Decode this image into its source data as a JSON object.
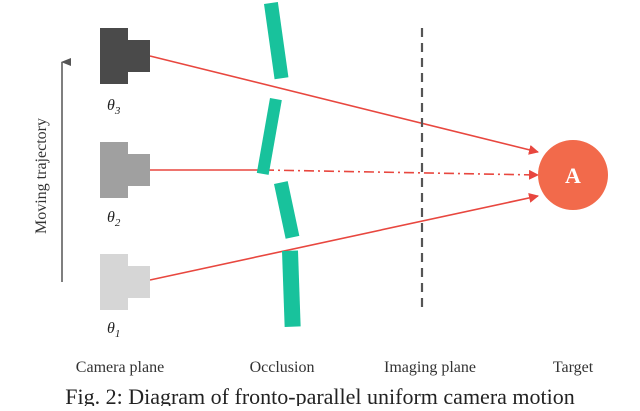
{
  "cameras": [
    {
      "label_base": "θ",
      "label_sub": "3",
      "body_color": "#4a4a4a",
      "lens_color": "#4a4a4a"
    },
    {
      "label_base": "θ",
      "label_sub": "2",
      "body_color": "#a0a0a0",
      "lens_color": "#a0a0a0"
    },
    {
      "label_base": "θ",
      "label_sub": "1",
      "body_color": "#d6d6d6",
      "lens_color": "#d6d6d6"
    }
  ],
  "trajectory_label": "Moving trajectory",
  "target": {
    "label": "A",
    "color": "#f26a4b"
  },
  "ray_color": "#e8473f",
  "occlusion_color": "#18c29c",
  "imaging_plane_color": "#555555",
  "bottom_labels": {
    "camera_plane": "Camera plane",
    "occlusion": "Occlusion",
    "imaging_plane": "Imaging plane",
    "target": "Target"
  },
  "caption": "Fig. 2: Diagram of fronto-parallel uniform camera motion"
}
